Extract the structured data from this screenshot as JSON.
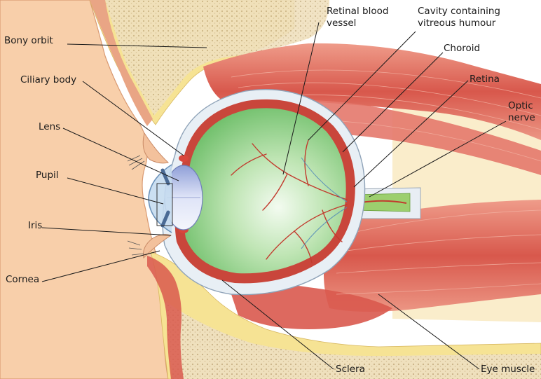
{
  "diagram": {
    "labels": {
      "bony_orbit": "Bony orbit",
      "ciliary_body": "Ciliary body",
      "lens": "Lens",
      "pupil": "Pupil",
      "iris": "Iris",
      "cornea": "Cornea",
      "retinal_blood_vessel_line1": "Retinal blood",
      "retinal_blood_vessel_line2": "vessel",
      "cavity_line1": "Cavity containing",
      "cavity_line2": "vitreous humour",
      "choroid": "Choroid",
      "retina": "Retina",
      "optic_nerve_line1": "Optic",
      "optic_nerve_line2": "nerve",
      "sclera": "Sclera",
      "eye_muscle": "Eye muscle"
    },
    "colors": {
      "skin": "#f6cba4",
      "fat": "#f5e28a",
      "bone": "#eddcb6",
      "muscle": "#d9594e",
      "muscle_light": "#ec9a88",
      "sclera": "#e6eef4",
      "vitreous": "#8fcf8a",
      "lens": "#c6cff0",
      "vessel": "#c23b2e"
    }
  }
}
